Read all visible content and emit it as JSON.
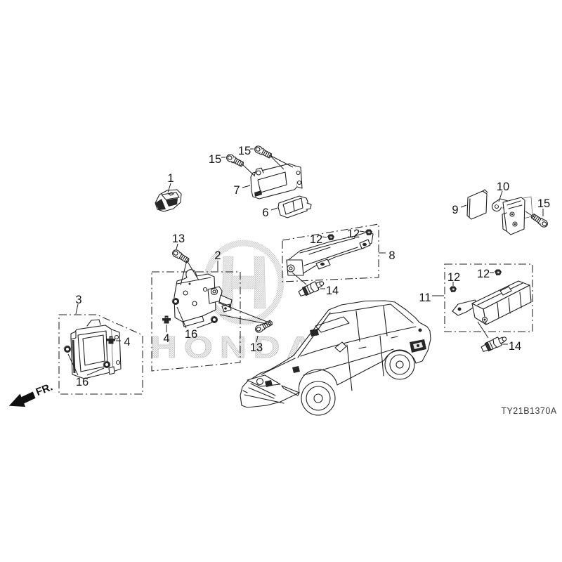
{
  "diagram": {
    "code": "TY21B1370A",
    "direction_label": "FR.",
    "watermark": {
      "text": "HONDA",
      "logo": "honda-h-badge"
    },
    "colors": {
      "line": "#1f1f1f",
      "dark_fill": "#262626",
      "watermark": "#c9c9c9",
      "background": "#ffffff"
    },
    "callouts": [
      {
        "num": "1"
      },
      {
        "num": "15"
      },
      {
        "num": "15"
      },
      {
        "num": "7"
      },
      {
        "num": "6"
      },
      {
        "num": "9"
      },
      {
        "num": "10"
      },
      {
        "num": "15"
      },
      {
        "num": "12"
      },
      {
        "num": "12"
      },
      {
        "num": "8"
      },
      {
        "num": "14"
      },
      {
        "num": "13"
      },
      {
        "num": "2"
      },
      {
        "num": "4"
      },
      {
        "num": "16"
      },
      {
        "num": "13"
      },
      {
        "num": "3"
      },
      {
        "num": "4"
      },
      {
        "num": "16"
      },
      {
        "num": "11"
      },
      {
        "num": "12"
      },
      {
        "num": "12"
      },
      {
        "num": "14"
      }
    ]
  }
}
